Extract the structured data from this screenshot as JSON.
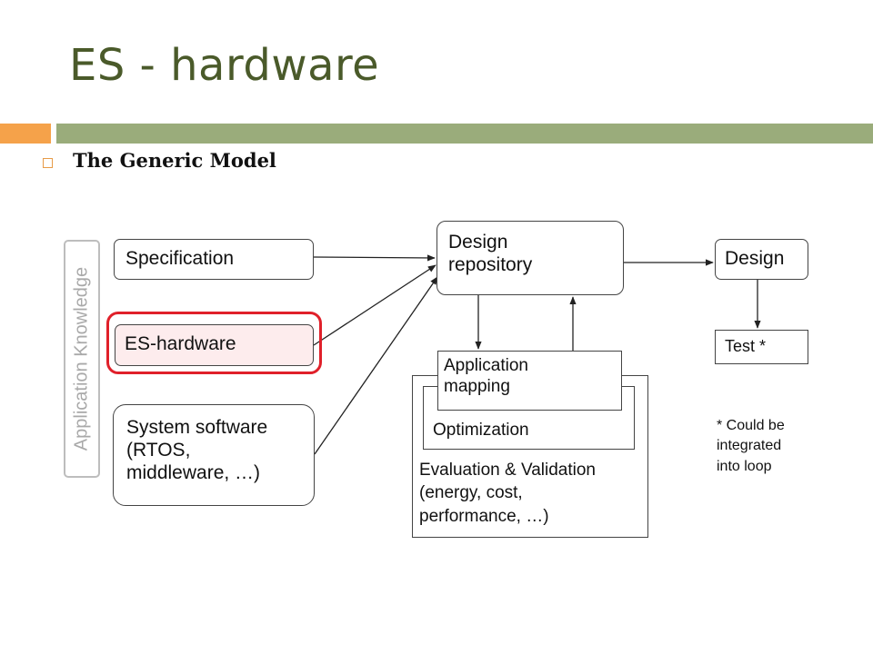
{
  "slide": {
    "title": "ES - hardware",
    "bullet": "The Generic Model"
  },
  "diagram": {
    "side_label": "Application Knowledge",
    "specification": "Specification",
    "es_hardware": "ES-hardware",
    "system_software": [
      "System software",
      "(RTOS,",
      "middleware, …)"
    ],
    "design_repository": [
      "Design",
      "repository"
    ],
    "design": "Design",
    "test": "Test *",
    "application_mapping": [
      "Application",
      "mapping"
    ],
    "optimization": "Optimization",
    "evaluation": [
      "Evaluation & Validation",
      "(energy, cost,",
      "performance, …)"
    ],
    "footnote": [
      "* Could be",
      "integrated",
      "into loop"
    ]
  },
  "colors": {
    "title": "#4a5a2a",
    "accent_orange": "#f5a24a",
    "accent_green": "#9aac7b",
    "highlight": "#e0202a"
  }
}
